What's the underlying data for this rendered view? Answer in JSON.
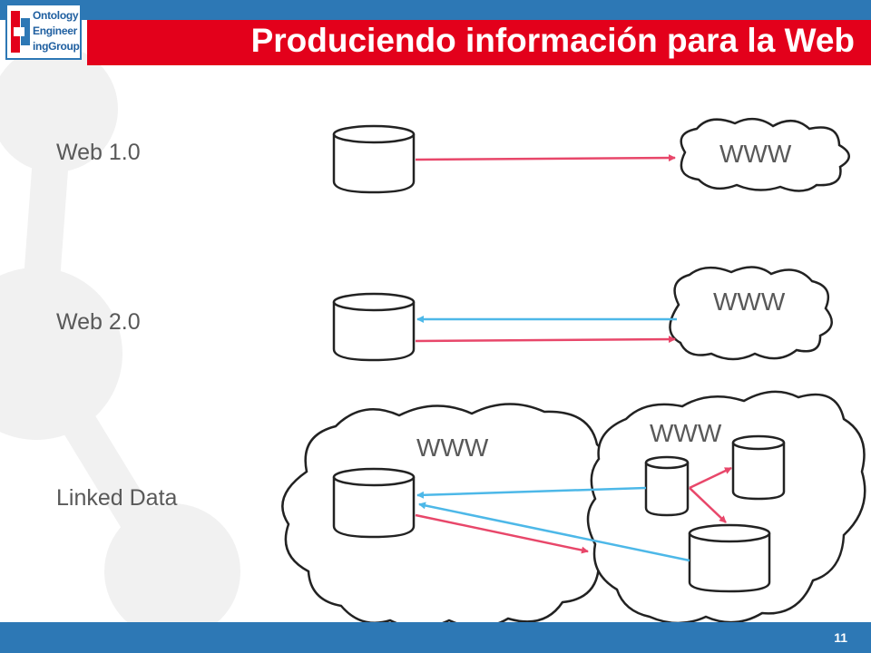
{
  "header": {
    "title": "Produciendo información para la Web",
    "logo_lines": [
      "Ontology",
      "Engineer",
      "ingGroup"
    ],
    "colors": {
      "top_bar": "#2d78b5",
      "title_bar": "#e3001b"
    }
  },
  "rows": [
    {
      "label": "Web 1.0",
      "cloud_label": "WWW"
    },
    {
      "label": "Web 2.0",
      "cloud_label": "WWW"
    },
    {
      "label": "Linked Data",
      "cloud_labels": [
        "WWW",
        "WWW"
      ]
    }
  ],
  "arrows": {
    "publish_color": "#e8476a",
    "consume_color": "#4db8e8"
  },
  "footer": {
    "page_number": "11"
  }
}
